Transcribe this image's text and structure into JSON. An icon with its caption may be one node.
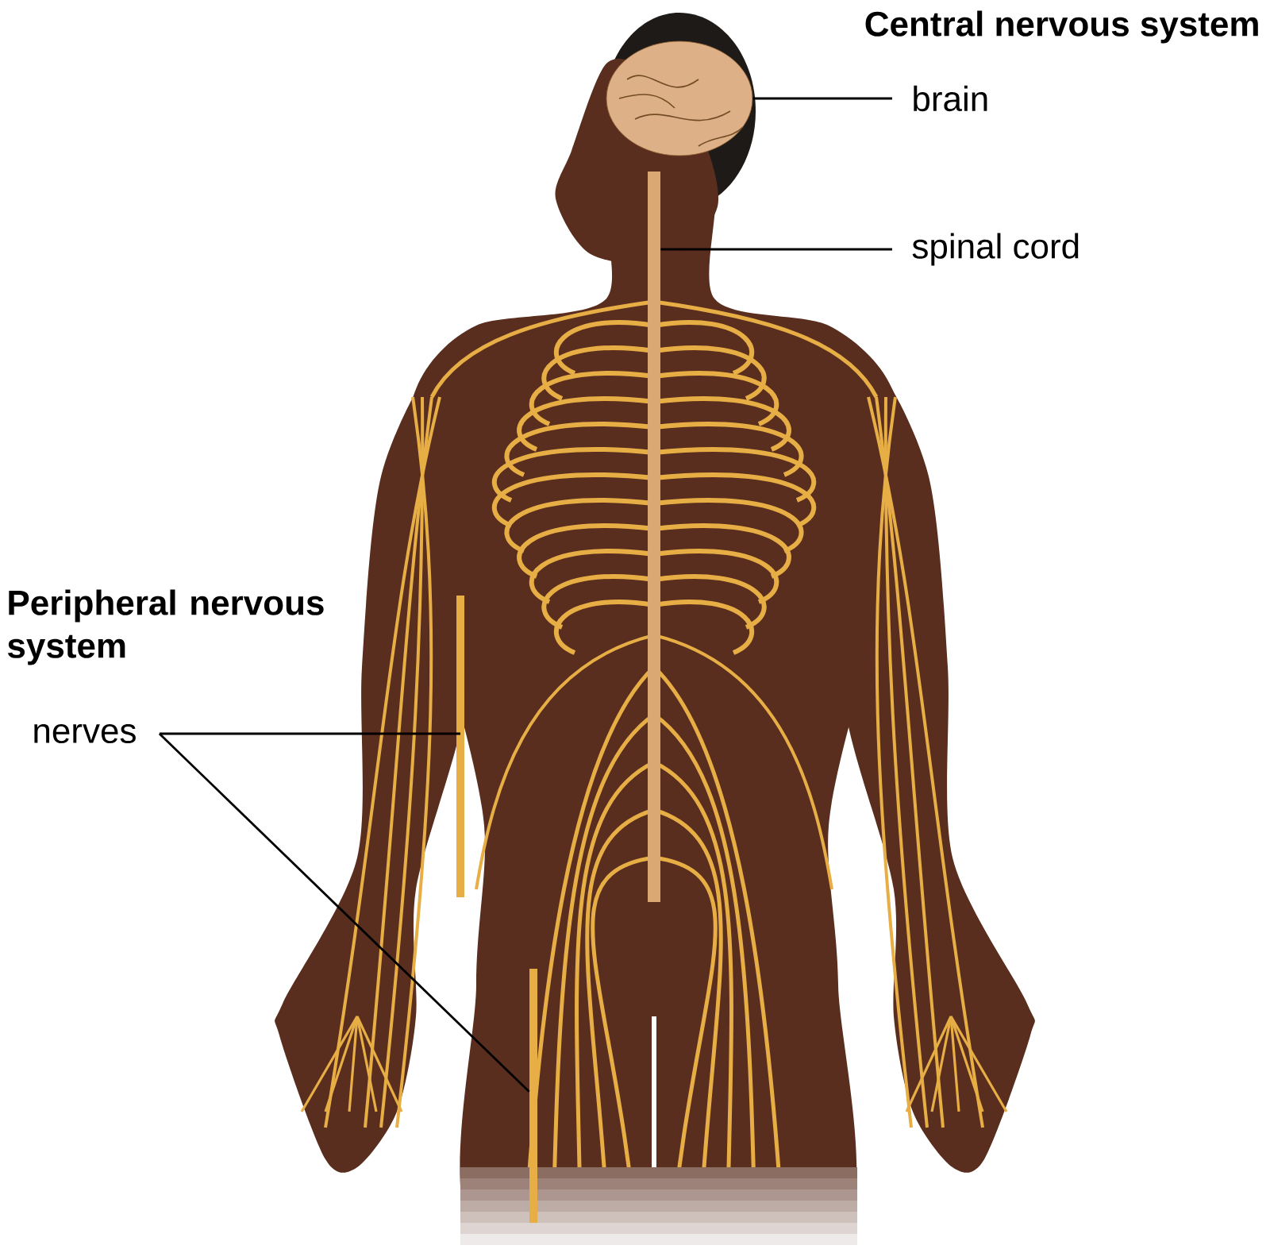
{
  "diagram": {
    "nodes": [
      {
        "text": [
          "brain"
        ]
      },
      {
        "text": [],
        "shape": "picture"
      },
      {
        "text": [
          "spinal cord"
        ]
      },
      {
        "text": [],
        "shape": "bar"
      },
      {
        "text": [
          "nerves"
        ]
      },
      {
        "text": [],
        "shape": "bar"
      },
      {
        "text": [],
        "shape": "bar"
      }
    ],
    "edges": [
      {
        "from": 0,
        "to": 1,
        "arrow": "none"
      },
      {
        "from": 2,
        "to": 3,
        "arrow": "none"
      },
      {
        "from": 4,
        "to": 5,
        "arrow": "none"
      },
      {
        "from": 4,
        "to": 6,
        "arrow": "none"
      }
    ],
    "labels": [
      "Central nervous system",
      "Peripheral nervous system"
    ]
  }
}
